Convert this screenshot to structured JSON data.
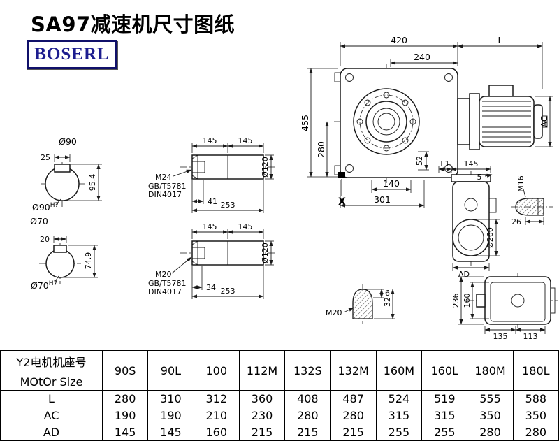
{
  "page": {
    "title": "SA97减速机尺寸图纸",
    "brand": "BOSERL"
  },
  "drawing": {
    "shaft_end_1": {
      "dia_top": "Ø90",
      "key_width": "25",
      "height": "95.4",
      "bore": "Ø90",
      "tol": "H7"
    },
    "shaft_end_2": {
      "dia_top": "Ø70",
      "key_width": "20",
      "height": "74.9",
      "bore": "Ø70",
      "tol": "H7"
    },
    "shaft_side_1": {
      "len_a": "145",
      "len_b": "145",
      "dia": "Ø120",
      "thread": "M24",
      "std1": "GB/T5781",
      "std2": "DIN4017",
      "thread_len": "41",
      "total_len": "253"
    },
    "shaft_side_2": {
      "len_a": "145",
      "len_b": "145",
      "dia": "Ø120",
      "thread": "M20",
      "std1": "GB/T5781",
      "std2": "DIN4017",
      "thread_len": "34",
      "total_len": "253"
    },
    "main_view": {
      "width_top": "420",
      "motor_len": "L",
      "width_inner": "240",
      "height": "455",
      "height_center": "280",
      "boss": "52",
      "foot_len": "140",
      "base_len": "301",
      "mark": "X",
      "motor_dia": "AC"
    },
    "side_view": {
      "l1": "L1",
      "face": "145",
      "plate": "5",
      "thread": "M16",
      "flange_dia": "Ø260",
      "shaft_len": "26",
      "width": "AD"
    },
    "rear_view": {
      "height": "236",
      "inner_height": "160",
      "foot_a": "135",
      "foot_b": "113"
    },
    "plug": {
      "thread": "M20",
      "tip": "6",
      "height": "32"
    }
  },
  "table": {
    "row_header": {
      "line1": "Y2电机机座号",
      "line2": "MOtOr Size"
    },
    "columns": [
      "90S",
      "90L",
      "100",
      "112M",
      "132S",
      "132M",
      "160M",
      "160L",
      "180M",
      "180L"
    ],
    "rows": [
      {
        "label": "L",
        "values": [
          "280",
          "310",
          "312",
          "360",
          "408",
          "487",
          "524",
          "519",
          "555",
          "588"
        ]
      },
      {
        "label": "AC",
        "values": [
          "190",
          "190",
          "210",
          "230",
          "280",
          "280",
          "315",
          "315",
          "350",
          "350"
        ]
      },
      {
        "label": "AD",
        "values": [
          "145",
          "145",
          "160",
          "215",
          "215",
          "215",
          "255",
          "255",
          "280",
          "280"
        ]
      }
    ]
  }
}
